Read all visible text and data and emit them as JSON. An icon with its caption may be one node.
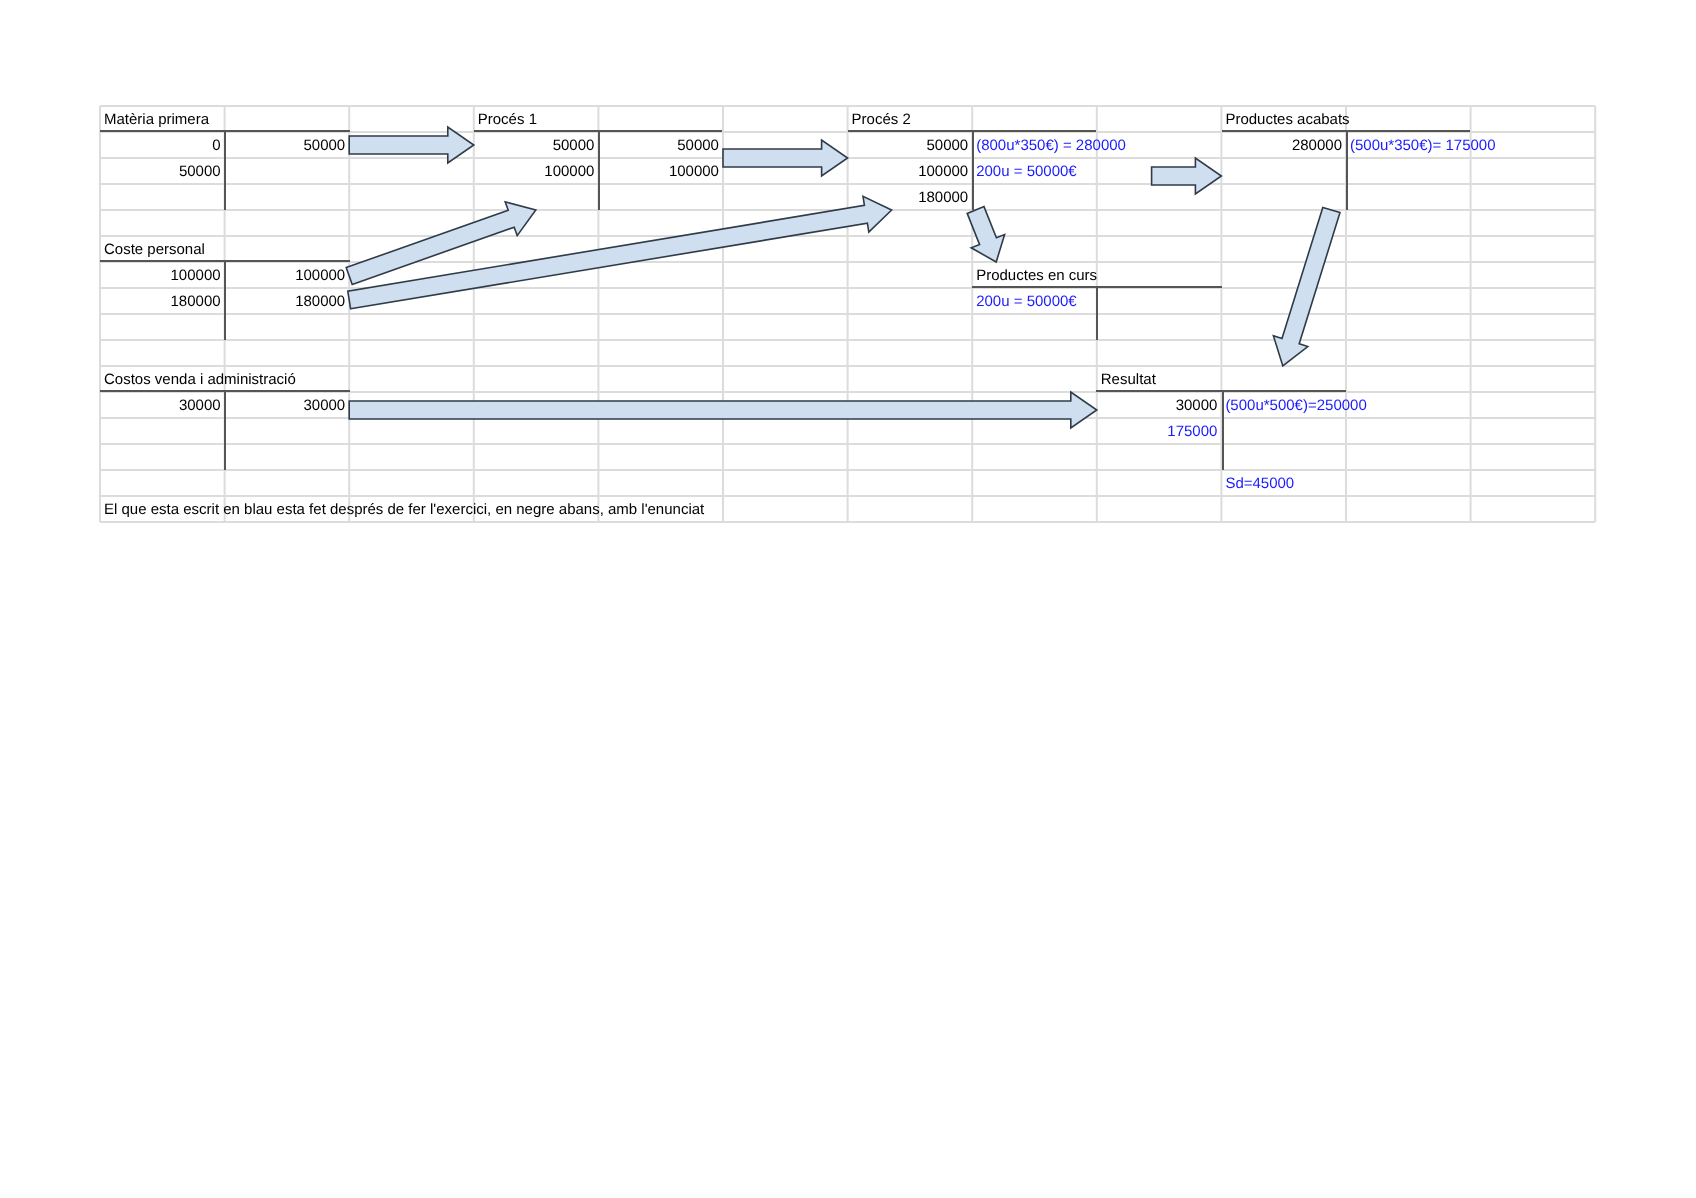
{
  "diagram": {
    "nodes": [
      {
        "text": [
          "Matèria primera",
          "0",
          "50000",
          "50000"
        ]
      },
      {
        "text": [
          "Procés 1",
          "50000",
          "50000",
          "100000",
          "100000"
        ]
      },
      {
        "text": [
          "Procés 2",
          "50000",
          "(800u*350€) = 280000",
          "100000",
          "200u = 50000€",
          "180000"
        ]
      },
      {
        "text": [
          "Productes acabats",
          "280000",
          "(500u*350€)= 175000"
        ]
      },
      {
        "text": [
          "Coste personal",
          "100000",
          "100000",
          "180000",
          "180000"
        ]
      },
      {
        "text": [
          "Productes en curs",
          "200u = 50000€"
        ]
      },
      {
        "text": [
          "Costos venda i administració",
          "30000",
          "30000"
        ]
      },
      {
        "text": [
          "Resultat",
          "30000",
          "(500u*500€)=250000",
          "175000",
          "Sd=45000"
        ]
      }
    ],
    "edges": [
      {
        "from": 0,
        "to": 1,
        "arrow": "to"
      },
      {
        "from": 4,
        "to": 1,
        "arrow": "to"
      },
      {
        "from": 4,
        "to": 2,
        "arrow": "to"
      },
      {
        "from": 1,
        "to": 2,
        "arrow": "to"
      },
      {
        "from": 2,
        "to": 5,
        "arrow": "to"
      },
      {
        "from": 2,
        "to": 3,
        "arrow": "to"
      },
      {
        "from": 3,
        "to": 7,
        "arrow": "to"
      },
      {
        "from": 6,
        "to": 7,
        "arrow": "to"
      }
    ],
    "labels": [
      "El que esta escrit en blau esta fet després de fer l'exercici, en negre abans, amb l'enunciat"
    ]
  }
}
